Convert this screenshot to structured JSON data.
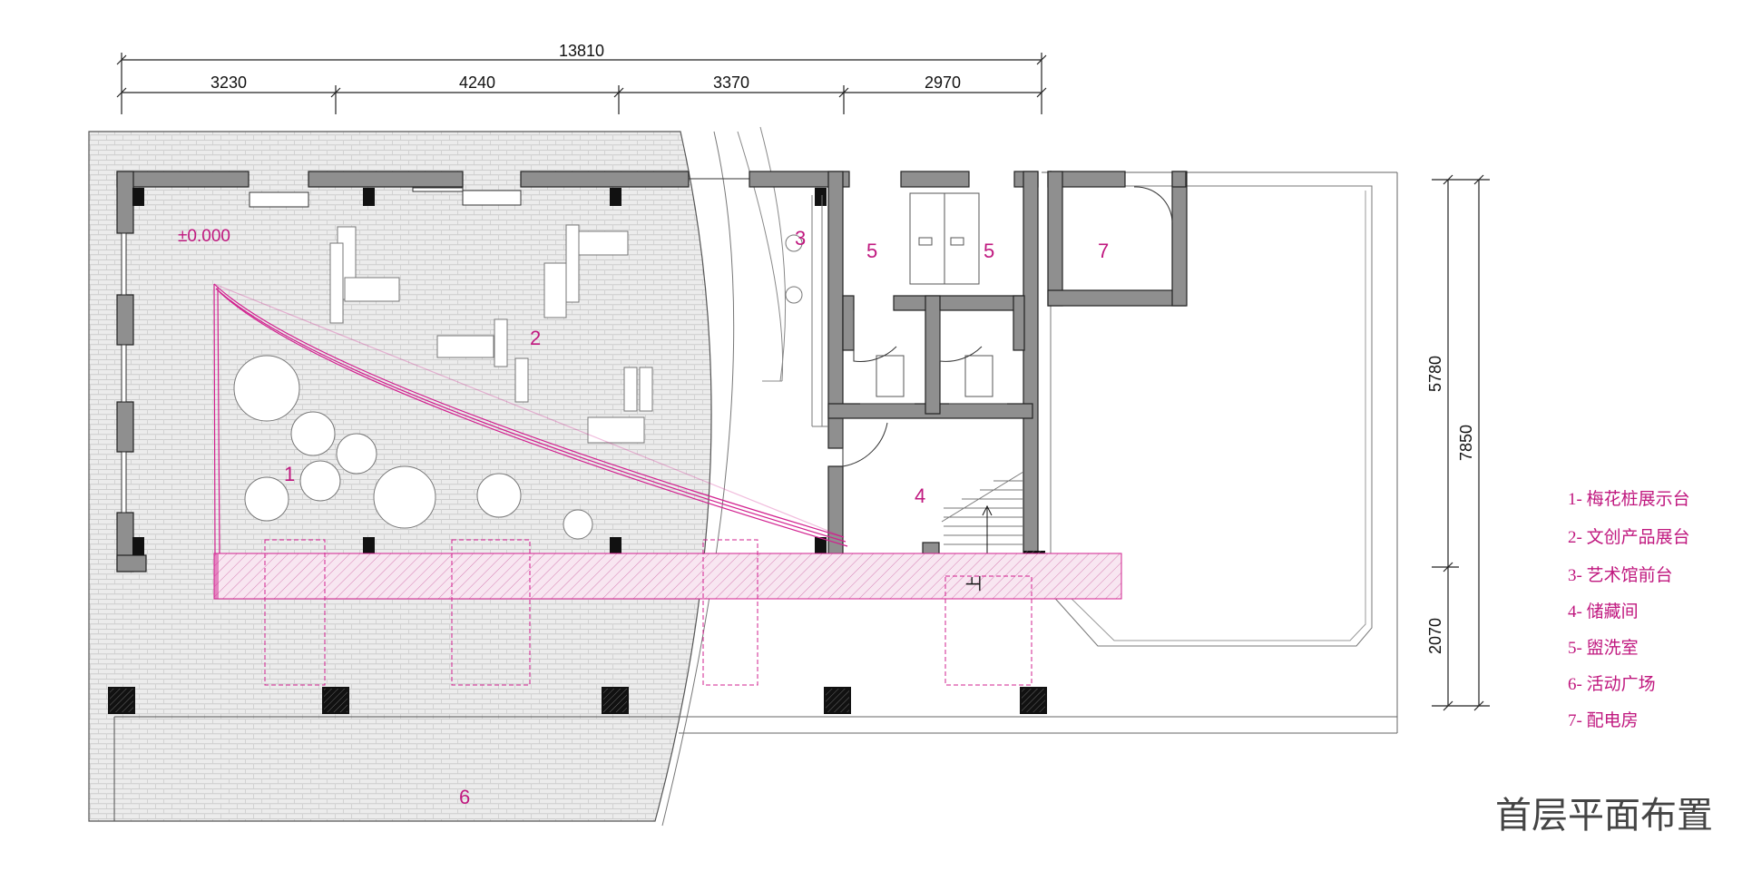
{
  "title": "首层平面布置",
  "elevation_label": "±0.000",
  "stair_label": "上",
  "dimensions": {
    "total_width": "13810",
    "segments": [
      "3230",
      "4240",
      "3370",
      "2970"
    ],
    "right_upper": "5780",
    "right_lower": "2070",
    "right_total": "7850"
  },
  "room_numbers": {
    "plum_display": "1",
    "product_display": "2",
    "front_desk": "3",
    "storage": "4",
    "washroom_left": "5",
    "washroom_right": "5",
    "plaza": "6",
    "power_room": "7"
  },
  "legend": [
    "1- 梅花桩展示台",
    "2- 文创产品展台",
    "3- 艺术馆前台",
    "4- 储藏间",
    "5- 盥洗室",
    "6- 活动广场",
    "7- 配电房"
  ],
  "colors": {
    "wall": "#8f8f8f",
    "wall_outline": "#222222",
    "accent": "#c0187f",
    "paving": "#e6e6e6"
  }
}
